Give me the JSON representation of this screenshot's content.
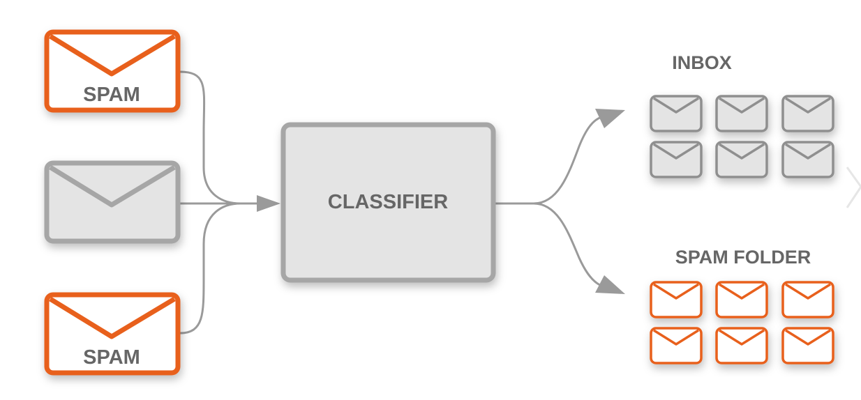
{
  "inputs": [
    {
      "type": "spam",
      "label": "SPAM"
    },
    {
      "type": "ham",
      "label": ""
    },
    {
      "type": "spam",
      "label": "SPAM"
    }
  ],
  "classifier": {
    "label": "CLASSIFIER"
  },
  "outputs": {
    "inbox": {
      "label": "INBOX",
      "count": 6
    },
    "spam_folder": {
      "label": "SPAM FOLDER",
      "count": 6
    }
  },
  "colors": {
    "spam": "#e8601c",
    "neutral_stroke": "#a6a6a6",
    "neutral_fill": "#e4e4e4",
    "text": "#666666",
    "arrow": "#9a9a9a"
  }
}
